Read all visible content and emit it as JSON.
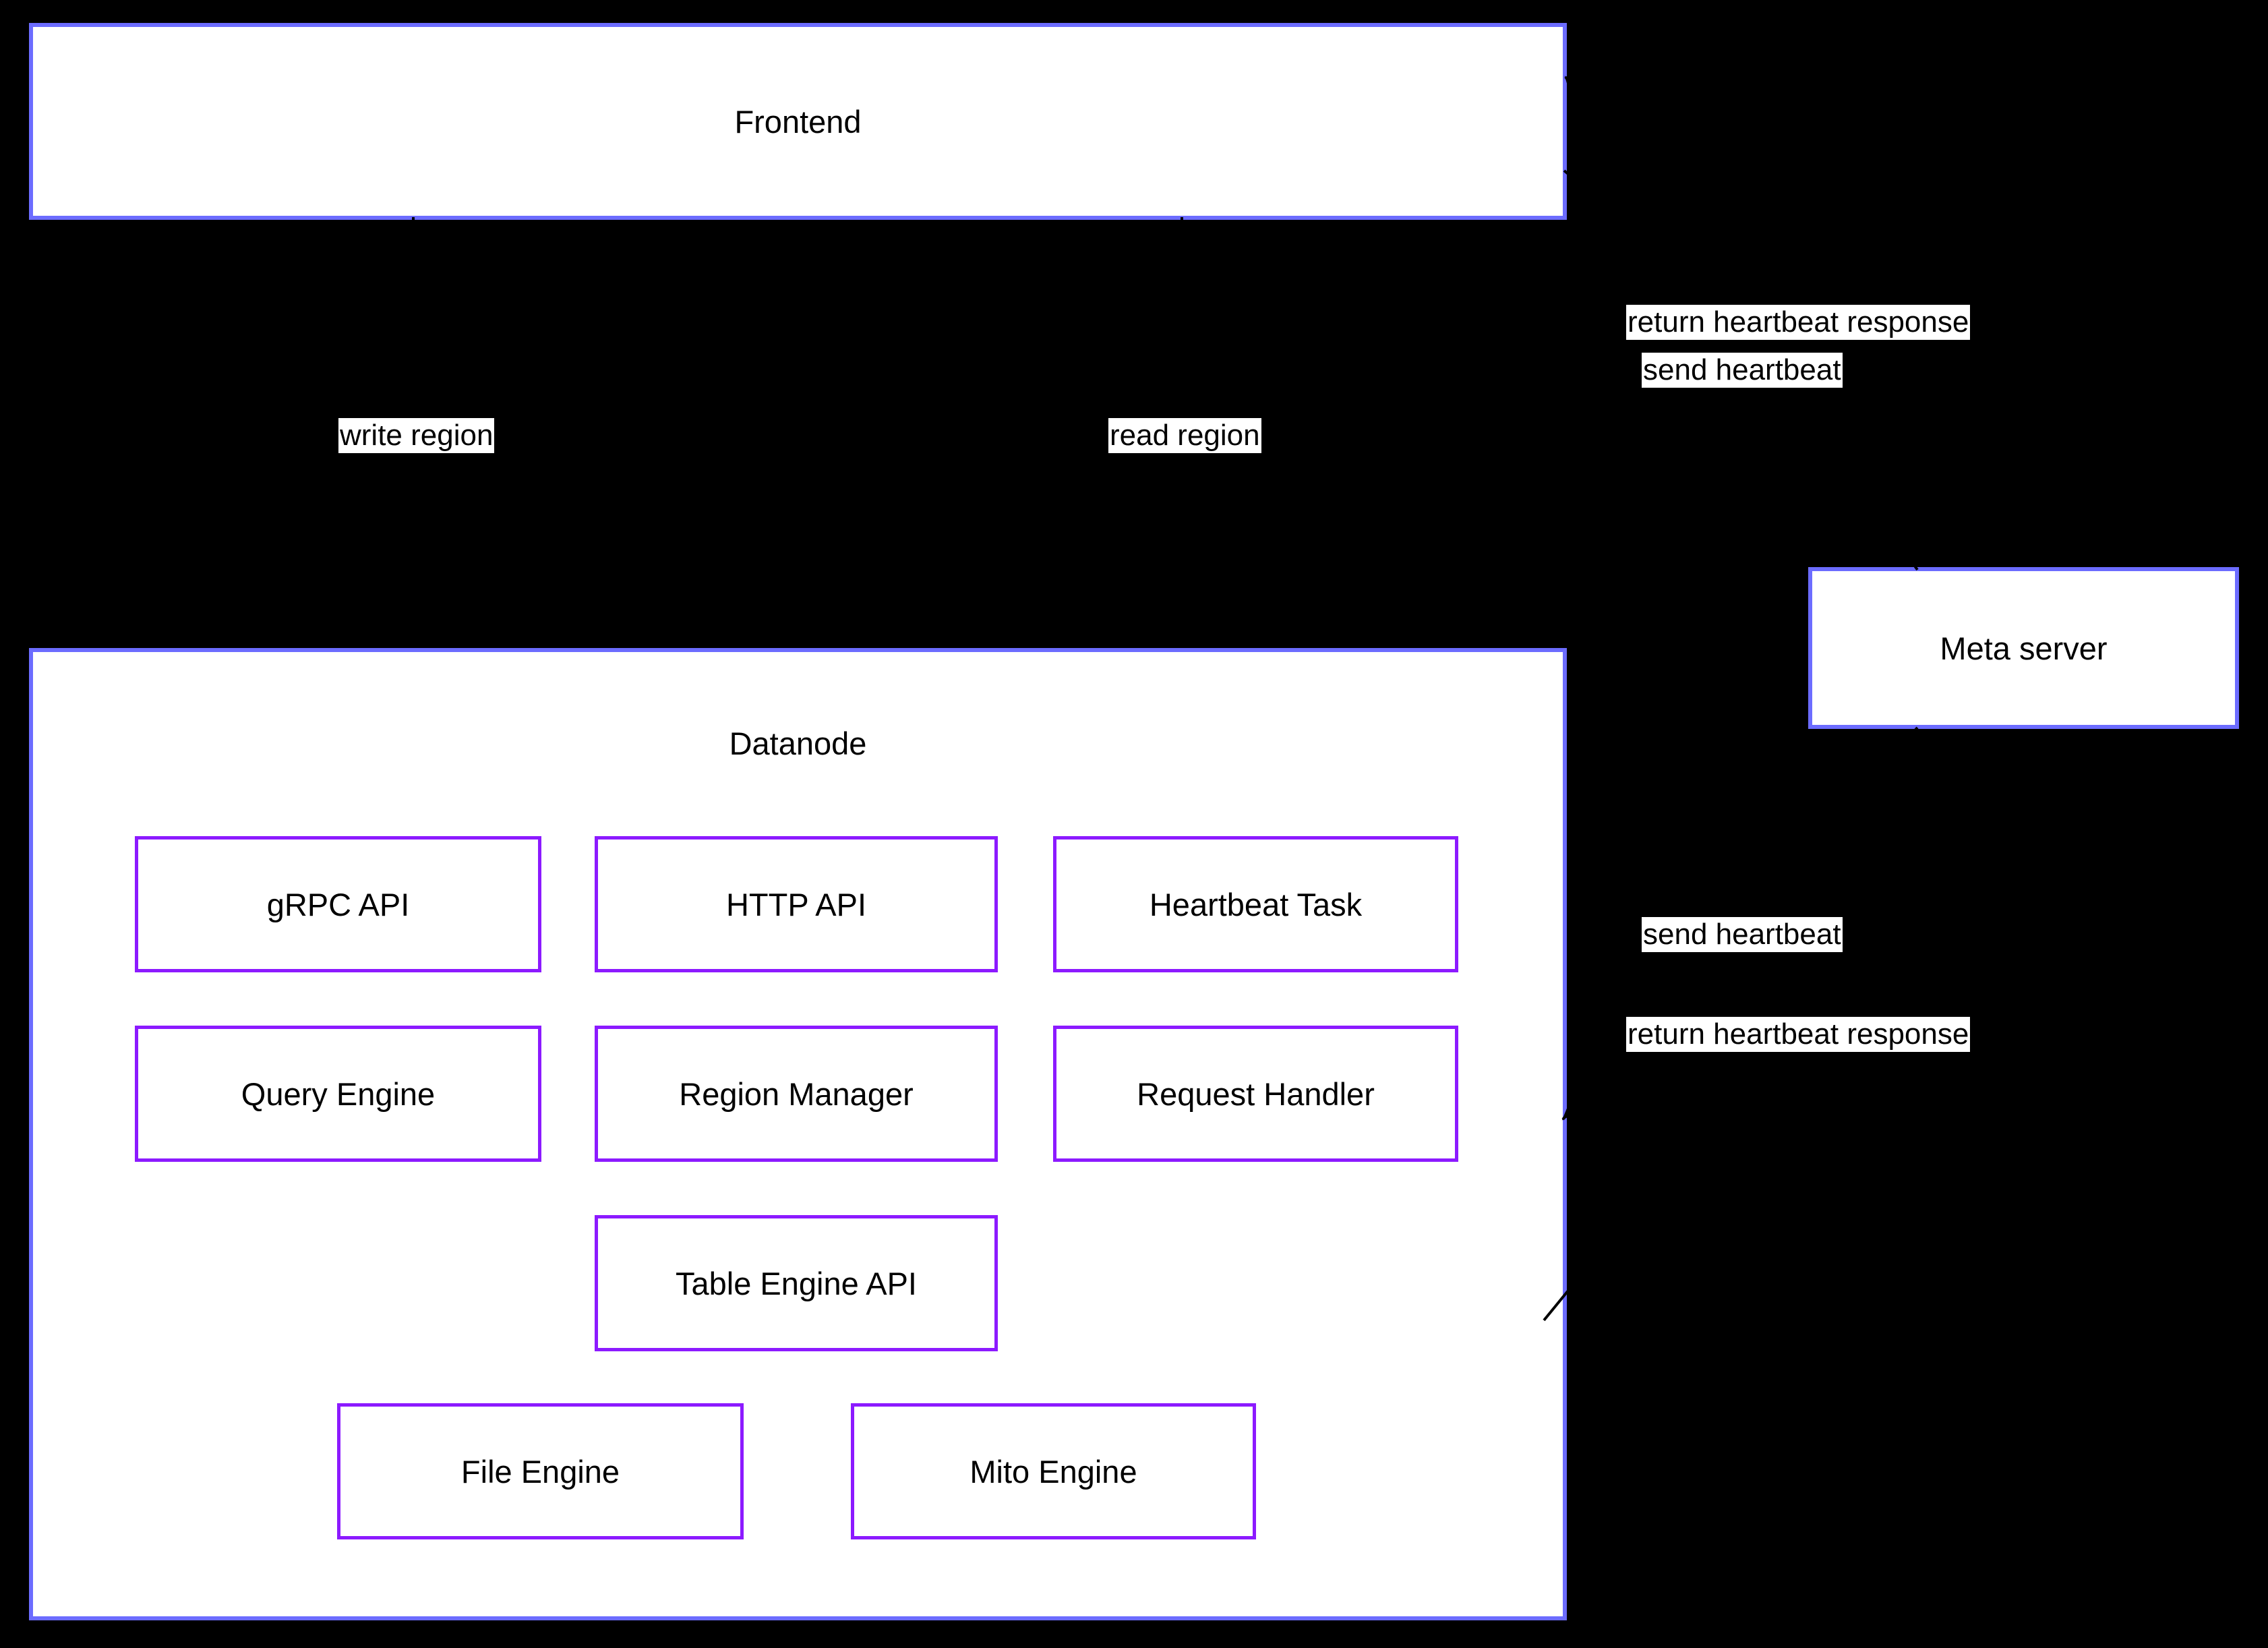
{
  "nodes": {
    "frontend": {
      "label": "Frontend"
    },
    "datanode": {
      "label": "Datanode"
    },
    "meta_server": {
      "label": "Meta server"
    },
    "grpc_api": {
      "label": "gRPC API"
    },
    "http_api": {
      "label": "HTTP API"
    },
    "heartbeat_task": {
      "label": "Heartbeat Task"
    },
    "query_engine": {
      "label": "Query Engine"
    },
    "region_manager": {
      "label": "Region Manager"
    },
    "request_handler": {
      "label": "Request Handler"
    },
    "table_engine_api": {
      "label": "Table Engine API"
    },
    "file_engine": {
      "label": "File Engine"
    },
    "mito_engine": {
      "label": "Mito Engine"
    }
  },
  "edges": {
    "write_region": {
      "label": "write region"
    },
    "read_region": {
      "label": "read region"
    },
    "frontend_send_heartbeat": {
      "label": "send heartbeat"
    },
    "frontend_return_heartbeat_response": {
      "label": "return heartbeat response"
    },
    "datanode_send_heartbeat": {
      "label": "send heartbeat"
    },
    "datanode_return_heartbeat_response": {
      "label": "return heartbeat response"
    }
  },
  "colors": {
    "background": "#000000",
    "outer_box_border": "#6c6cff",
    "inner_box_border": "#8c1aff",
    "box_fill": "#ffffff",
    "text": "#000000",
    "edge_label_background": "#ffffff",
    "arrow": "#000000"
  }
}
